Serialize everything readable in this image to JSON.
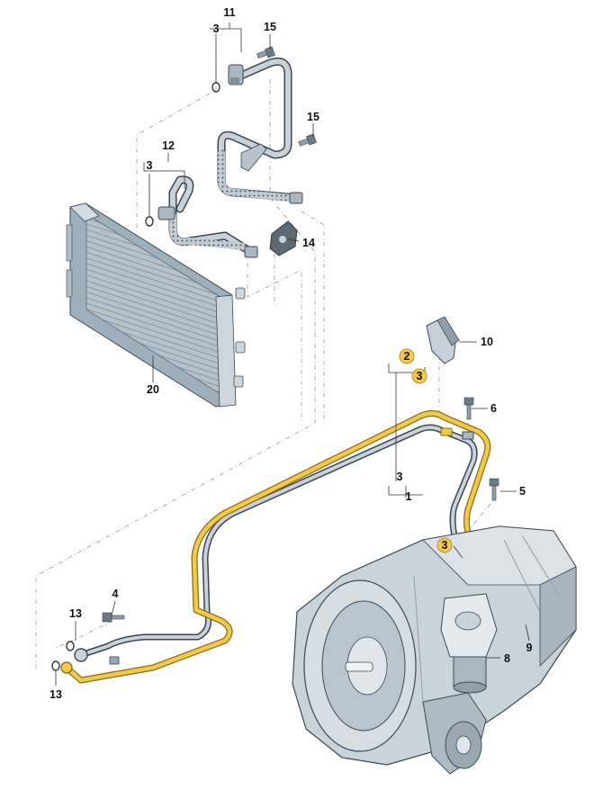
{
  "callouts": {
    "c11": "11",
    "c3a": "3",
    "c15a": "15",
    "c15b": "15",
    "c12": "12",
    "c3b": "3",
    "c14": "14",
    "c20": "20",
    "c10": "10",
    "c2": "2",
    "c3c": "3",
    "c6": "6",
    "c3d": "3",
    "c1": "1",
    "c5": "5",
    "c3e": "3",
    "c4": "4",
    "c13a": "13",
    "c9": "9",
    "c8": "8",
    "c13b": "13"
  },
  "colors": {
    "highlight": "#f2c94c",
    "highlight_stroke": "#b8952a",
    "pipe_gray": "#c9d2da",
    "pipe_outline": "#3a4650",
    "metal": "#bfcad3",
    "metal_dark": "#7f8e99"
  }
}
